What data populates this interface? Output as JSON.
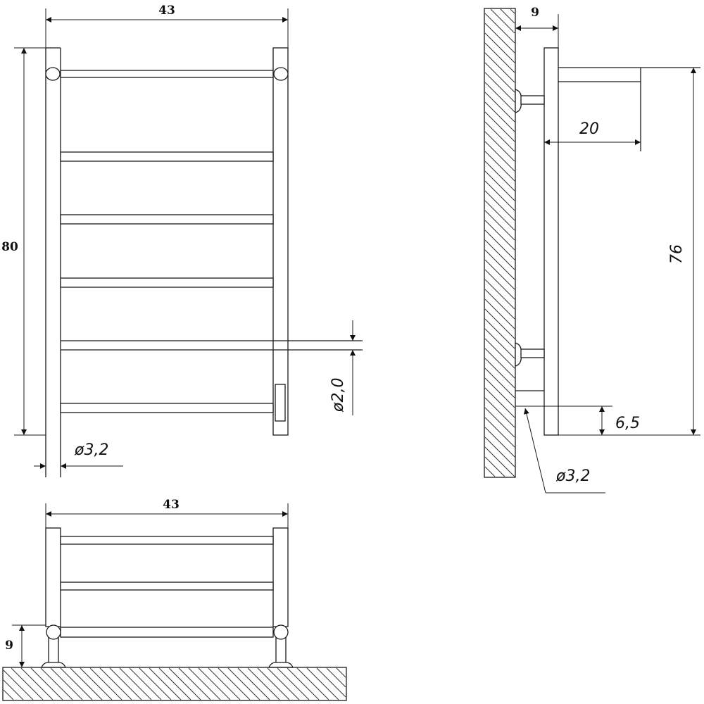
{
  "front_view": {
    "width_label": "43",
    "height_label": "80",
    "bar_diameter_label": "ø2,0",
    "post_diameter_label": "ø3,2"
  },
  "floor_view": {
    "width_label": "43",
    "mount_height_label": "9"
  },
  "side_view": {
    "wall_offset_label": "9",
    "arm_depth_label": "20",
    "mount_span_label": "76",
    "bottom_offset_label": "6,5",
    "bracket_diameter_label": "ø3,2"
  }
}
